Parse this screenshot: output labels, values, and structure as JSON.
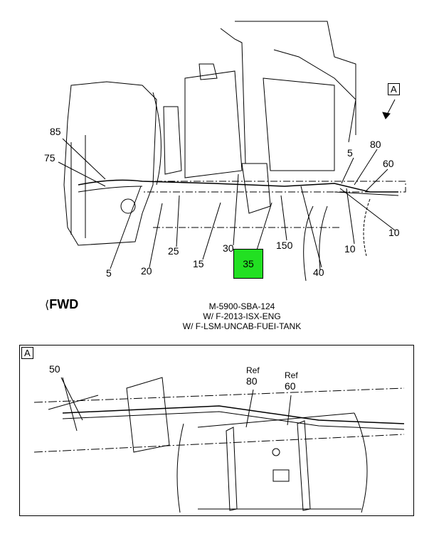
{
  "main_view": {
    "view_marker": "A",
    "callouts": [
      "85",
      "75",
      "5",
      "20",
      "25",
      "15",
      "30",
      "35",
      "150",
      "40",
      "10",
      "10",
      "5",
      "80",
      "60"
    ],
    "highlighted_callout": "35",
    "highlight_color": "#22e022"
  },
  "fwd_label": "FWD",
  "caption": {
    "line1": "M-5900-SBA-124",
    "line2": "W/ F-2013-ISX-ENG",
    "line3": "W/ F-LSM-UNCAB-FUEI-TANK"
  },
  "detail_view": {
    "label": "A",
    "callout_50": "50",
    "ref_80_label": "Ref",
    "ref_80": "80",
    "ref_60_label": "Ref",
    "ref_60": "60"
  }
}
